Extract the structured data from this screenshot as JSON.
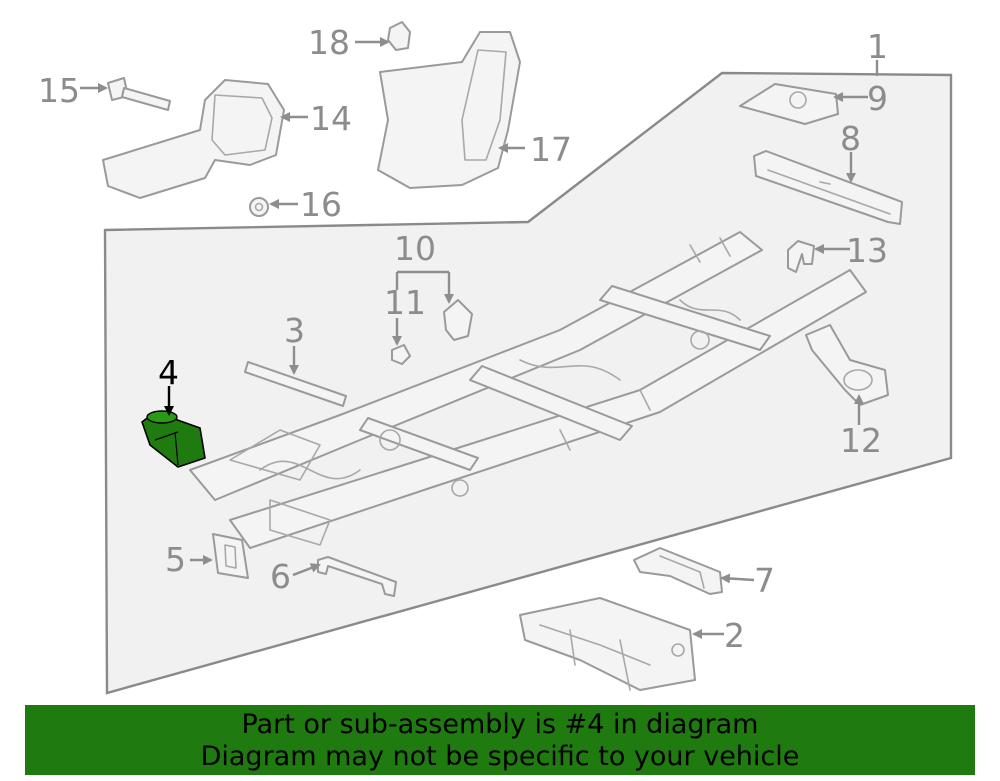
{
  "callouts": {
    "c1": "1",
    "c2": "2",
    "c3": "3",
    "c4": "4",
    "c5": "5",
    "c6": "6",
    "c7": "7",
    "c8": "8",
    "c9": "9",
    "c10": "10",
    "c11": "11",
    "c12": "12",
    "c13": "13",
    "c14": "14",
    "c15": "15",
    "c16": "16",
    "c17": "17",
    "c18": "18"
  },
  "highlight_color": "#1f7a0f",
  "banner": {
    "line1": "Part or sub-assembly is #4 in diagram",
    "line2": "Diagram may not be specific to your vehicle"
  }
}
